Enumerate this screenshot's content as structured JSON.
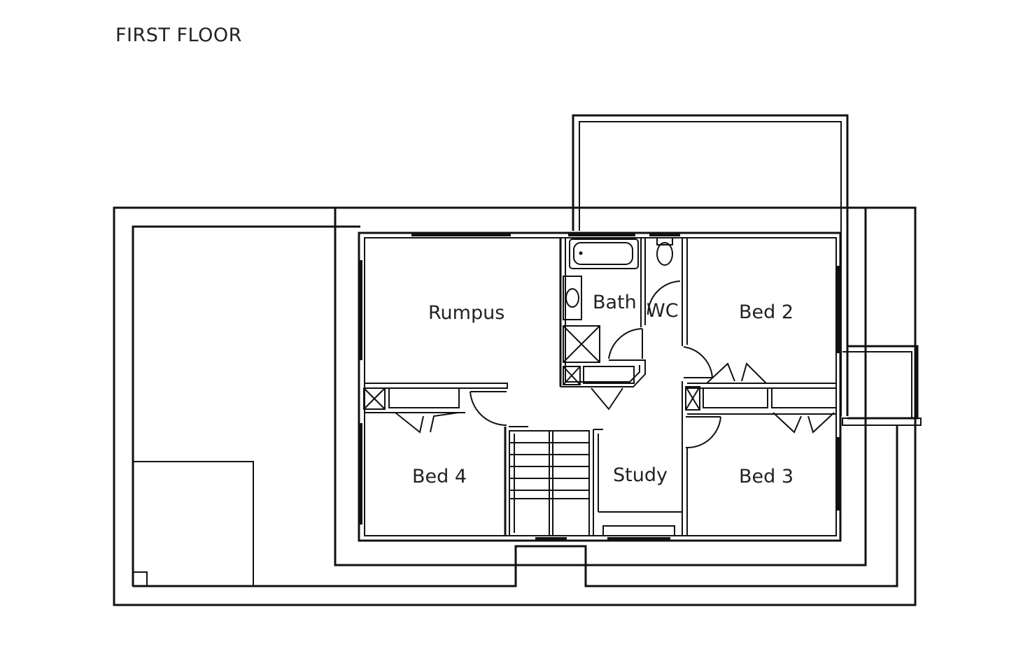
{
  "title": "FIRST FLOOR",
  "rooms": {
    "rumpus": "Rumpus",
    "bath": "Bath",
    "wc": "WC",
    "bed2": "Bed 2",
    "bed3": "Bed 3",
    "bed4": "Bed 4",
    "study": "Study"
  }
}
